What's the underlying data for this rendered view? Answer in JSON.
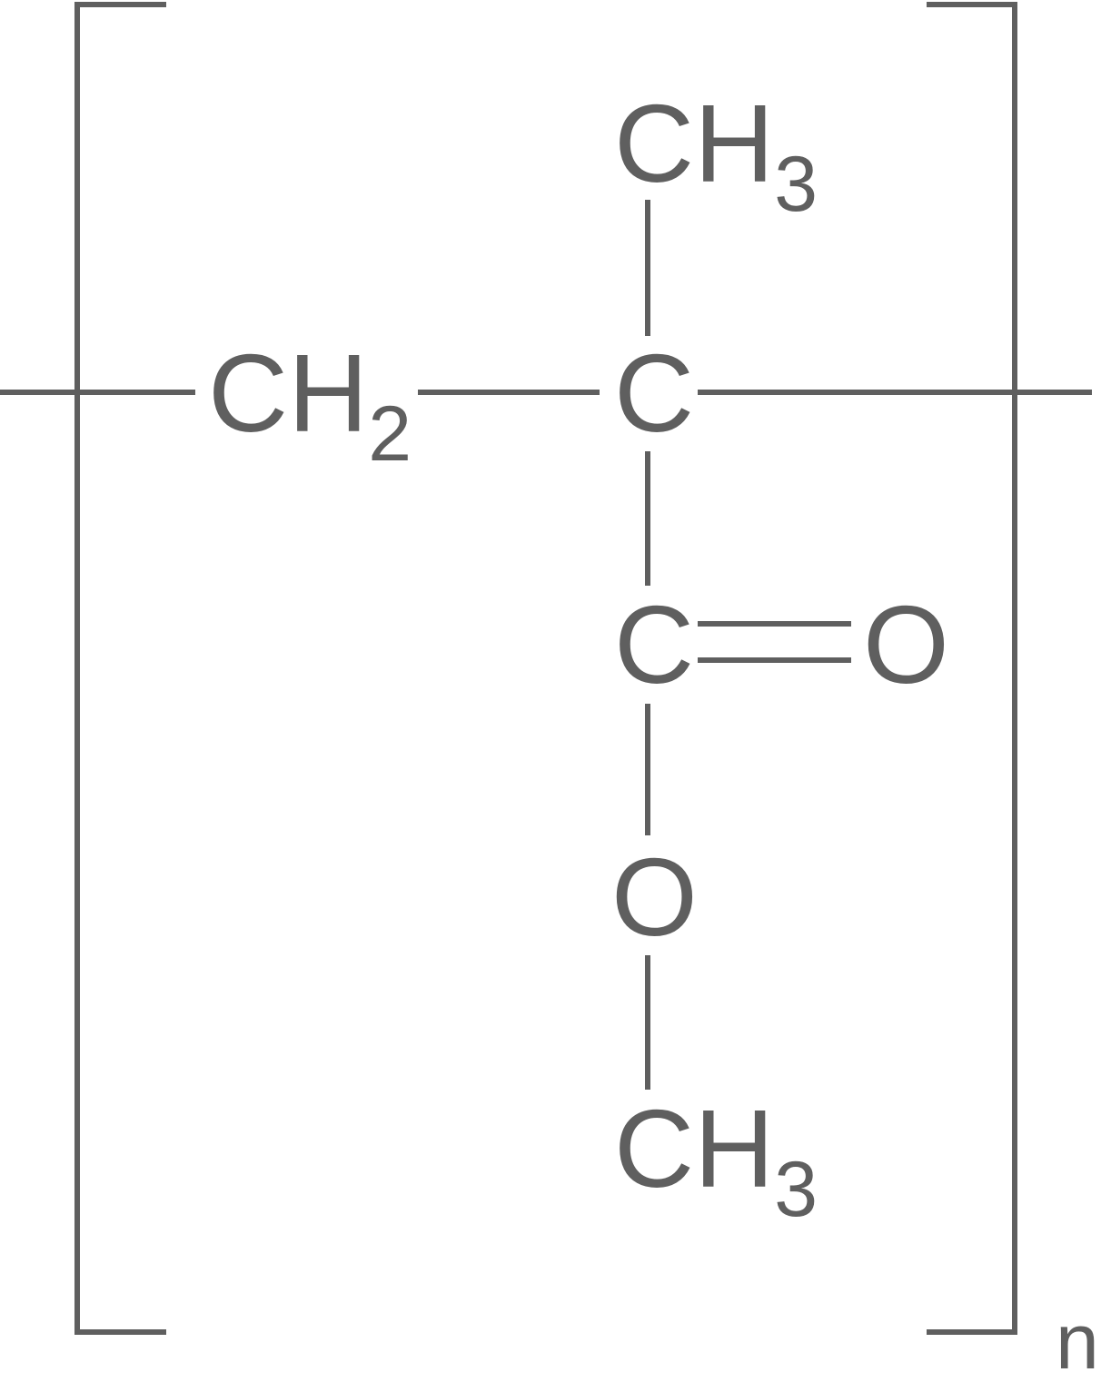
{
  "structure": {
    "color": "#5f5f5f",
    "repeat_subscript": "n",
    "atoms": {
      "top_methyl": {
        "symbol": "CH",
        "subscript": "3"
      },
      "methylene": {
        "symbol": "CH",
        "subscript": "2"
      },
      "alpha_carbon": {
        "symbol": "C"
      },
      "carbonyl_carbon": {
        "symbol": "C"
      },
      "carbonyl_oxygen": {
        "symbol": "O"
      },
      "ester_oxygen": {
        "symbol": "O"
      },
      "ester_methyl": {
        "symbol": "CH",
        "subscript": "3"
      }
    }
  }
}
